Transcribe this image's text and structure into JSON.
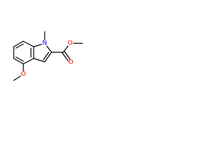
{
  "molecule": {
    "atoms": [
      {
        "id": "n1",
        "element": "N",
        "label": "N",
        "color": "#0000ff"
      },
      {
        "id": "o_carbonyl",
        "element": "O",
        "label": "O",
        "color": "#ff0000"
      },
      {
        "id": "o_ester",
        "element": "O",
        "label": "O",
        "color": "#ff0000"
      },
      {
        "id": "o_methoxy",
        "element": "O",
        "label": "O",
        "color": "#ff0000"
      }
    ],
    "bond_color": "#000000"
  }
}
